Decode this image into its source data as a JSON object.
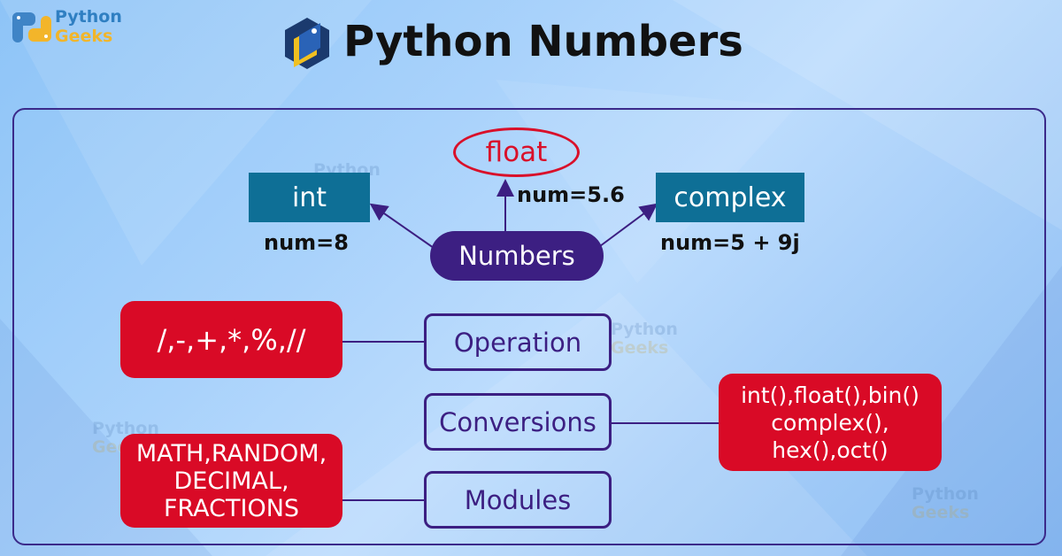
{
  "brand": {
    "line1": "Python",
    "line2": "Geeks"
  },
  "title": "Python Numbers",
  "diagram": {
    "center": "Numbers",
    "types": [
      {
        "name": "int",
        "example": "num=8"
      },
      {
        "name": "float",
        "example": "num=5.6"
      },
      {
        "name": "complex",
        "example": "num=5 + 9j"
      }
    ],
    "operation": {
      "label": "Operation",
      "detail": "/,-,+,*,%,//"
    },
    "conversions": {
      "label": "Conversions",
      "detail": [
        "int(),float(),bin()",
        "complex(),",
        "hex(),oct()"
      ]
    },
    "modules": {
      "label": "Modules",
      "detail": [
        "MATH,RANDOM,",
        "DECIMAL,",
        "FRACTIONS"
      ]
    }
  },
  "colors": {
    "type_box": "#0e6f96",
    "center": "#3c1f82",
    "accent_red": "#d90a26",
    "frame": "#3b2a8a"
  }
}
